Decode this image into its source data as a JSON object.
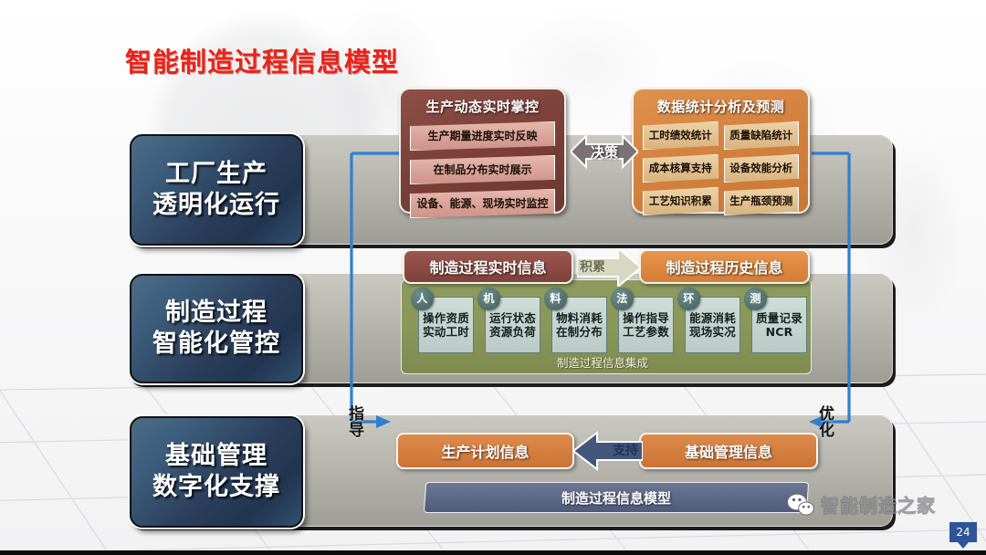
{
  "slide": {
    "title": "智能制造过程信息模型",
    "page_number": "24",
    "watermark": "智能制造之家",
    "accent_red": "#e8241a",
    "accent_blue": "#2f5597",
    "accent_orange": "#d47e3f",
    "accent_green": "#8a9759"
  },
  "stages": [
    {
      "line1": "工厂生产",
      "line2": "透明化运行"
    },
    {
      "line1": "制造过程",
      "line2": "智能化管控"
    },
    {
      "line1": "基础管理",
      "line2": "数字化支撑"
    }
  ],
  "top_row": {
    "left_panel": {
      "title": "生产动态实时掌控",
      "items": [
        "生产期量进度实时反映",
        "在制品分布实时展示",
        "设备、能源、现场实时监控"
      ]
    },
    "decision_arrow": "决策",
    "right_panel": {
      "title": "数据统计分析及预测",
      "items": [
        "工时绩效统计",
        "质量缺陷统计",
        "成本核算支持",
        "设备效能分析",
        "工艺知识积累",
        "生产瓶颈预测"
      ]
    }
  },
  "middle_row": {
    "realtime_info": "制造过程实时信息",
    "accumulate_arrow": "积累",
    "history_info": "制造过程历史信息",
    "integration_caption": "制造过程信息集成",
    "cards": [
      {
        "badge": "人",
        "line1": "操作资质",
        "line2": "实动工时"
      },
      {
        "badge": "机",
        "line1": "运行状态",
        "line2": "资源负荷"
      },
      {
        "badge": "料",
        "line1": "物料消耗",
        "line2": "在制分布"
      },
      {
        "badge": "法",
        "line1": "操作指导",
        "line2": "工艺参数"
      },
      {
        "badge": "环",
        "line1": "能源消耗",
        "line2": "现场实况"
      },
      {
        "badge": "测",
        "line1": "质量记录",
        "line2": "NCR"
      }
    ]
  },
  "bottom_row": {
    "plan_info": "生产计划信息",
    "support_arrow": "支持",
    "base_info": "基础管理信息",
    "model_bar": "制造过程信息模型"
  },
  "flow_labels": {
    "guide": "指导",
    "optimize": "优化"
  }
}
